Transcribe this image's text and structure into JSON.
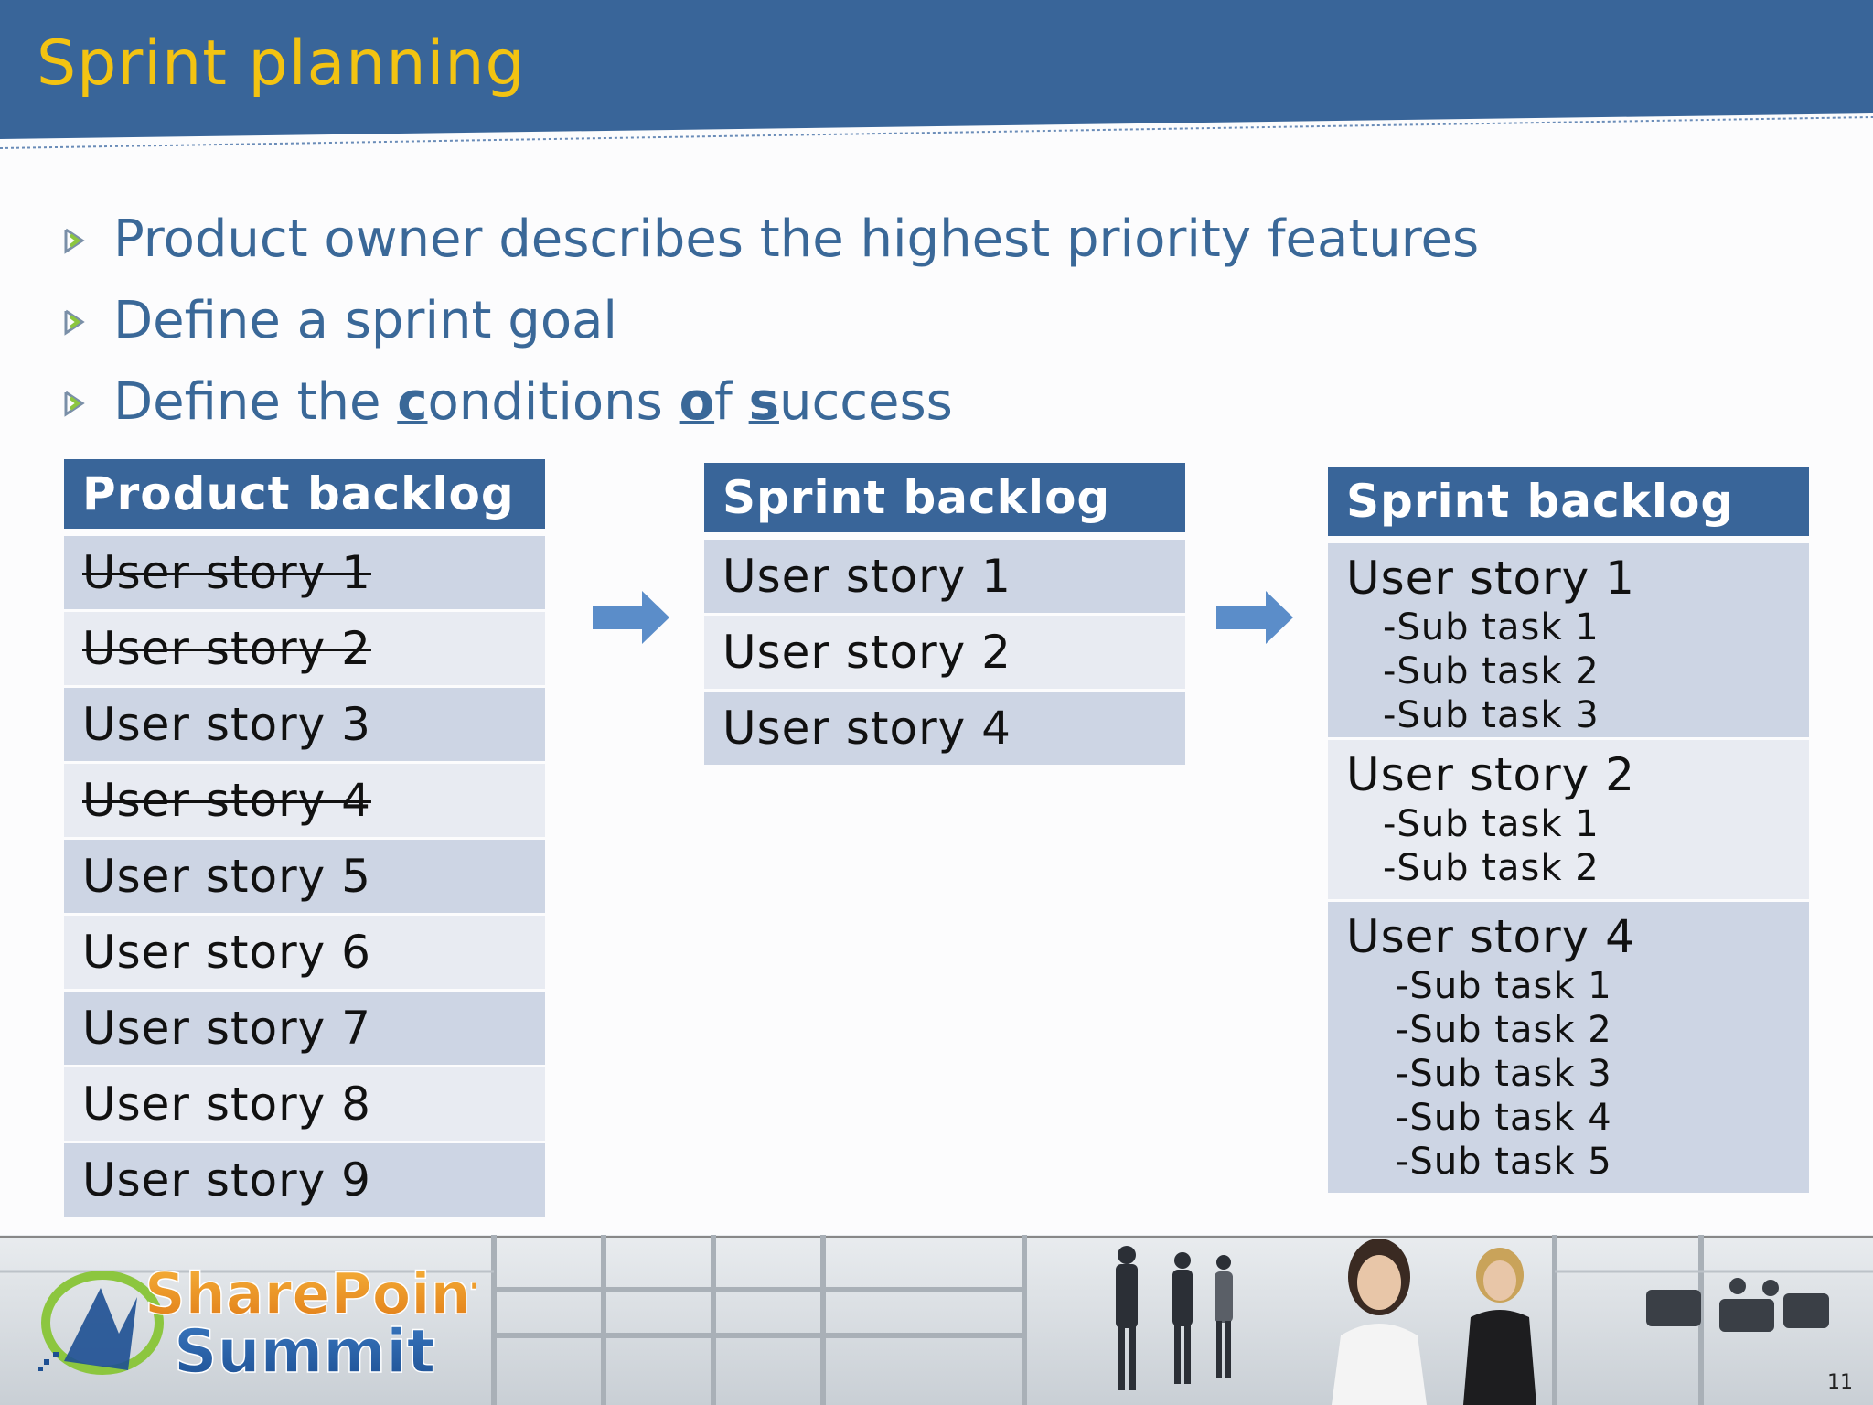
{
  "slide": {
    "title": "Sprint planning",
    "page_number": "11",
    "colors": {
      "header_blue": "#396599",
      "title_yellow": "#f3c312",
      "bullet_text": "#3a6898",
      "row_dark": "#cdd5e4",
      "row_light": "#e8ebf2",
      "arrow_blue": "#5b8dc9"
    }
  },
  "bullets": [
    {
      "text": "Product owner describes the highest priority features",
      "marker_icon": "arrow-bullet-icon"
    },
    {
      "text": "Define a sprint goal",
      "marker_icon": "arrow-bullet-icon"
    },
    {
      "parts": [
        "Define the ",
        "c",
        "onditions ",
        "o",
        "f ",
        "s",
        "uccess"
      ],
      "marker_icon": "arrow-bullet-icon"
    }
  ],
  "product_backlog": {
    "heading": "Product backlog",
    "items": [
      {
        "label": "User story 1",
        "struck": true
      },
      {
        "label": "User story 2",
        "struck": true
      },
      {
        "label": "User story 3",
        "struck": false
      },
      {
        "label": "User story 4",
        "struck": true
      },
      {
        "label": "User story 5",
        "struck": false
      },
      {
        "label": "User story 6",
        "struck": false
      },
      {
        "label": "User story 7",
        "struck": false
      },
      {
        "label": "User story 8",
        "struck": false
      },
      {
        "label": "User story 9",
        "struck": false
      }
    ]
  },
  "sprint_backlog": {
    "heading": "Sprint backlog",
    "items": [
      "User story 1",
      "User story 2",
      "User story 4"
    ]
  },
  "sprint_backlog_tasks": {
    "heading": "Sprint backlog",
    "stories": [
      {
        "label": "User story 1",
        "tasks": [
          "-Sub task 1",
          "-Sub task 2",
          "-Sub task 3"
        ]
      },
      {
        "label": "User story 2",
        "tasks": [
          "-Sub task 1",
          "-Sub task 2"
        ]
      },
      {
        "label": "User story 4",
        "tasks": [
          "-Sub task 1",
          "-Sub task 2",
          "-Sub task 3",
          "-Sub task 4",
          "-Sub task 5"
        ]
      }
    ]
  },
  "footer": {
    "logo_line1": "SharePoint",
    "logo_line2": "Summit"
  }
}
